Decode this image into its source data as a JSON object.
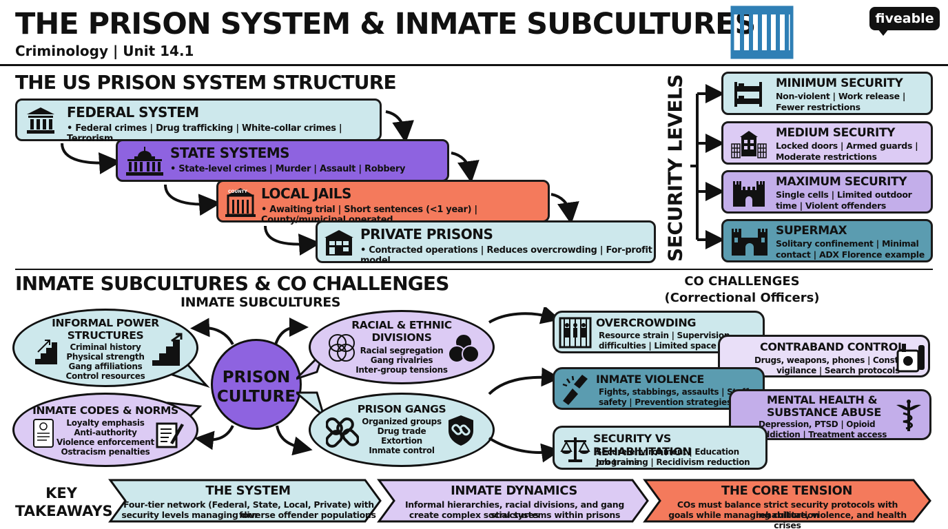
{
  "header": {
    "title": "THE PRISON SYSTEM & INMATE SUBCULTURES",
    "subtitle": "Criminology | Unit 14.1",
    "brand": "fiveable"
  },
  "structure": {
    "heading": "THE US PRISON SYSTEM STRUCTURE",
    "tiers": [
      {
        "title": "FEDERAL SYSTEM",
        "desc": "• Federal crimes | Drug trafficking | White-collar crimes | Terrorism",
        "color": "#cde8ec"
      },
      {
        "title": "STATE SYSTEMS",
        "desc": "• State-level crimes | Murder | Assault | Robbery",
        "color": "#8e63e0"
      },
      {
        "title": "LOCAL JAILS",
        "desc": "• Awaiting trial | Short sentences (<1 year) | County/municipal operated",
        "color": "#f47a5c",
        "icon_label": "COUNTY"
      },
      {
        "title": "PRIVATE PRISONS",
        "desc": "• Contracted operations | Reduces overcrowding | For-profit model",
        "color": "#cde8ec"
      }
    ]
  },
  "security": {
    "heading": "SECURITY LEVELS",
    "levels": [
      {
        "title": "MINIMUM SECURITY",
        "line1": "Non-violent | Work release |",
        "line2": "Fewer restrictions",
        "color": "#cde8ec"
      },
      {
        "title": "MEDIUM SECURITY",
        "line1": "Locked doors | Armed guards |",
        "line2": "Moderate restrictions",
        "color": "#dccbf4"
      },
      {
        "title": "MAXIMUM SECURITY",
        "line1": "Single cells | Limited outdoor",
        "line2": "time | Violent offenders",
        "color": "#c3aeea"
      },
      {
        "title": "SUPERMAX",
        "line1": "Solitary confinement | Minimal",
        "line2": "contact | ADX Florence example",
        "color": "#5b9cb0"
      }
    ]
  },
  "subcultures": {
    "heading": "INMATE SUBCULTURES & CO CHALLENGES",
    "subheading": "INMATE SUBCULTURES",
    "center": {
      "line1": "PRISON",
      "line2": "CULTURE"
    },
    "bubbles": [
      {
        "title1": "INFORMAL POWER",
        "title2": "STRUCTURES",
        "items": [
          "Criminal history",
          "Physical strength",
          "Gang affiliations",
          "Control resources"
        ]
      },
      {
        "title1": "INMATE CODES & NORMS",
        "title2": "",
        "items": [
          "Loyalty emphasis",
          "Anti-authority",
          "Violence enforcement",
          "Ostracism penalties"
        ]
      },
      {
        "title1": "RACIAL & ETHNIC",
        "title2": "DIVISIONS",
        "items": [
          "Racial segregation",
          "Gang rivalries",
          "Inter-group tensions"
        ]
      },
      {
        "title1": "PRISON GANGS",
        "title2": "",
        "items": [
          "Organized groups",
          "Drug trade",
          "Extortion",
          "Inmate control"
        ]
      }
    ]
  },
  "co": {
    "heading1": "CO CHALLENGES",
    "heading2": "(Correctional Officers)",
    "items": [
      {
        "title": "OVERCROWDING",
        "line1": "Resource strain | Supervision",
        "line2": "difficulties | Limited space",
        "color": "#cde8ec"
      },
      {
        "title": "CONTRABAND CONTROL",
        "line1": "Drugs, weapons, phones | Constant",
        "line2": "vigilance | Search protocols",
        "color": "#e9dff8"
      },
      {
        "title": "INMATE VIOLENCE",
        "line1": "Fights, stabbings, assaults | Staff",
        "line2": "safety | Prevention strategies",
        "color": "#5b9cb0"
      },
      {
        "title": "MENTAL HEALTH &",
        "title2": "SUBSTANCE ABUSE",
        "line1": "Depression, PTSD | Opioid",
        "line2": "addiction | Treatment access",
        "color": "#c3aeea"
      },
      {
        "title": "SECURITY VS REHABILITATION",
        "line1": "Secure environment | Education programs",
        "line2": "Job training | Recidivism reduction",
        "color": "#cde8ec"
      }
    ]
  },
  "takeaways": {
    "label1": "KEY",
    "label2": "TAKEAWAYS",
    "items": [
      {
        "title": "THE SYSTEM",
        "line1": "Four-tier network (Federal, State, Local, Private) with four",
        "line2": "security levels managing diverse offender populations",
        "color": "#cde8ec"
      },
      {
        "title": "INMATE DYNAMICS",
        "line1": "Informal hierarchies, racial divisions, and gang structures",
        "line2": "create complex social systems within prisons",
        "color": "#dccbf4"
      },
      {
        "title": "THE CORE TENSION",
        "line1": "COs must balance strict security protocols with rehabilitation",
        "line2": "goals while managing culture, violence, and health crises",
        "color": "#f47a5c"
      }
    ]
  }
}
